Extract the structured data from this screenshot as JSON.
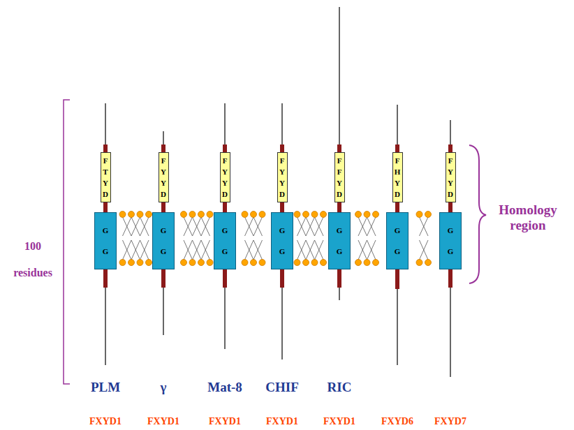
{
  "diagram": {
    "nodes": [
      {
        "text": [
          "FTYD"
        ]
      },
      {
        "text": [
          "GG"
        ]
      },
      {
        "text": [
          "FYYD"
        ]
      },
      {
        "text": [
          "GG"
        ]
      },
      {
        "text": [
          "FYYD"
        ]
      },
      {
        "text": [
          "GG"
        ]
      },
      {
        "text": [
          "FYYD"
        ]
      },
      {
        "text": [
          "GG"
        ]
      },
      {
        "text": [
          "FFYD"
        ]
      },
      {
        "text": [
          "GG"
        ]
      },
      {
        "text": [
          "FHYD"
        ]
      },
      {
        "text": [
          "GG"
        ]
      },
      {
        "text": [
          "FYYD"
        ]
      },
      {
        "text": [
          "GG"
        ]
      }
    ],
    "labels": [
      "100 residues",
      "Homology region",
      "PLM",
      "γ",
      "Mat-8",
      "CHIF",
      "RIC",
      "FXYD1",
      "FXYD1",
      "FXYD1",
      "FXYD1",
      "FXYD1",
      "FXYD6",
      "FXYD7"
    ]
  }
}
